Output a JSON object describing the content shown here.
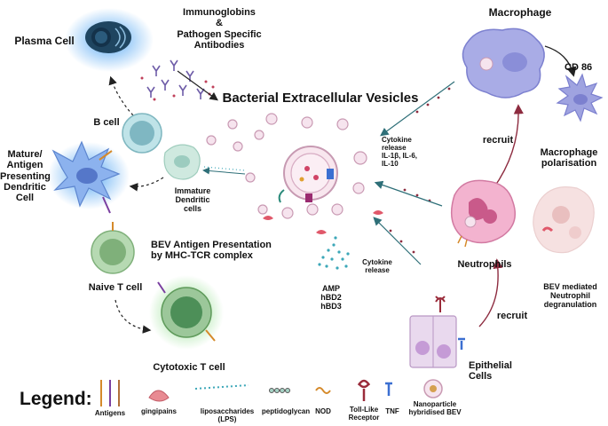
{
  "title": "Bacterial Extracellular Vesicles",
  "labels": {
    "plasma_cell": "Plasma Cell",
    "immunoglobins": "Immunoglobins\n&\nPathogen Specific\nAntibodies",
    "macrophage": "Macrophage",
    "cd86": "CD 86",
    "macrophage_polarisation": "Macrophage\npolarisation",
    "b_cell": "B cell",
    "mature_dc": "Mature/\nAntigen\nPresenting\nDendritic\nCell",
    "immature_dc": "Immature\nDendritic\ncells",
    "cytokine_release_1": "Cytokine\nrelease\nIL-1β, IL-6,\nIL-10",
    "recruit_1": "recruit",
    "bev_antigen_presentation": "BEV Antigen Presentation\nby MHC-TCR complex",
    "naive_t_cell": "Naive T cell",
    "amp": "AMP\nhBD2\nhBD3",
    "cytokine_release_2": "Cytokine\nrelease",
    "neutrophils": "Neutrophils",
    "bev_degranulation": "BEV mediated\nNeutrophil\ndegranulation",
    "recruit_2": "recruit",
    "epithelial_cells": "Epithelial\nCells",
    "cytotoxic_t_cell": "Cytotoxic T cell"
  },
  "legend": {
    "title": "Legend:",
    "items": [
      "Antigens",
      "gingipains",
      "liposaccharides (LPS)",
      "peptidoglycan",
      "NOD",
      "Toll-Like\nReceptor",
      "TNF",
      "Nanoparticle\nhybridised BEV"
    ]
  },
  "colors": {
    "dendritic": "#7fa8e8",
    "plasma_glow": "#5aa9f0",
    "macrophage": "#9fa3e0",
    "b_cell": "#9fcdd4",
    "t_cell": "#9cc79a",
    "neutrophil": "#f3b3cf",
    "epithelial": "#e9d9ee",
    "arrow_teal": "#2e6f78",
    "arrow_red": "#8d2b3f"
  }
}
